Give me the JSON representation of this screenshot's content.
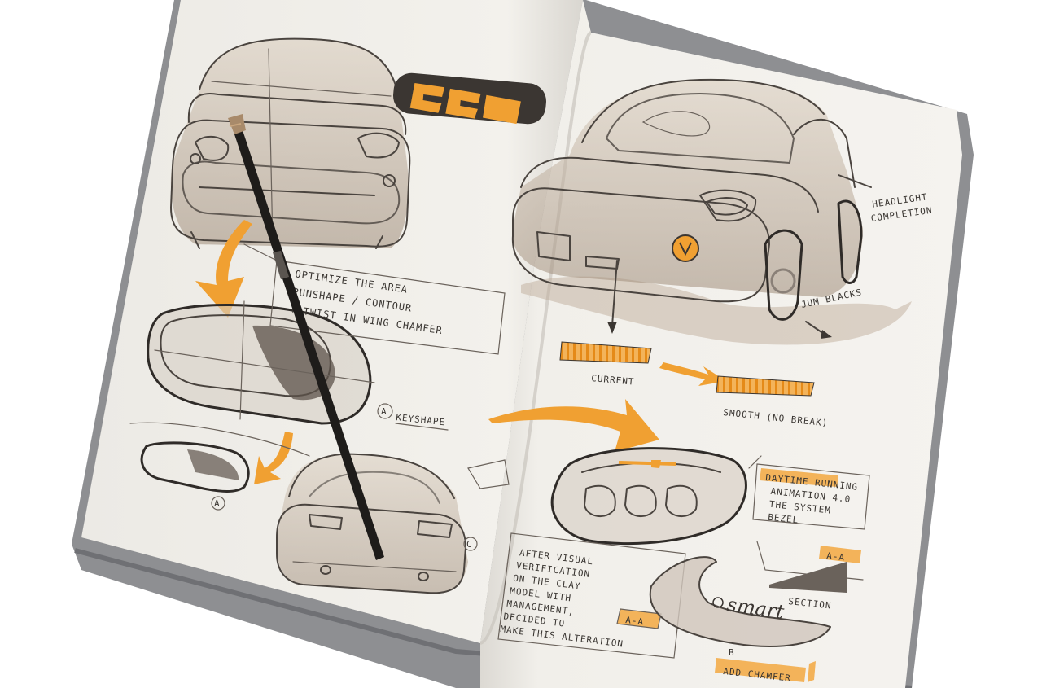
{
  "colors": {
    "accent": "#f0a032",
    "ink": "#3e3934",
    "paper": "#f4f2ee",
    "cover": "#8e8f92",
    "marker": "#c9b9a7"
  },
  "sketch_notes": {
    "logo_badge": "",
    "left_callout": "OPTIMIZE THE AREA\nPUNSHAPE / CONTOUR\n+ TWIST IN WING CHAMFER",
    "left_callout_lines": [
      "OPTIMIZE THE AREA",
      "PUNSHAPE / CONTOUR",
      "+ TWIST IN WING CHAMFER"
    ],
    "ref_a_label": "A",
    "ref_a_text": "KEYSHAPE",
    "ref_a_small": "A",
    "ref_c_label": "C",
    "headlight_note_lines": [
      "HEADLIGHT",
      "COMPLETION"
    ],
    "wheel_note": "JUM BLACKS",
    "current_label": "CURRENT",
    "smooth_label": "SMOOTH (NO BREAK)",
    "drl_note_lines": [
      "DAYTIME RUNNING",
      "ANIMATION 4.0",
      "THE SYSTEM",
      "BEZEL"
    ],
    "clay_note_lines": [
      "AFTER VISUAL",
      "VERIFICATION",
      "ON THE CLAY",
      "MODEL WITH",
      "MANAGEMENT,",
      "DECIDED TO",
      "MAKE THIS ALTERATION"
    ],
    "tag_aa_1": "A-A",
    "tag_aa_2": "A-A",
    "section_label": "SECTION",
    "brand_script": "smart",
    "b_label": "B",
    "add_chamfer_label": "ADD CHAMFER"
  }
}
